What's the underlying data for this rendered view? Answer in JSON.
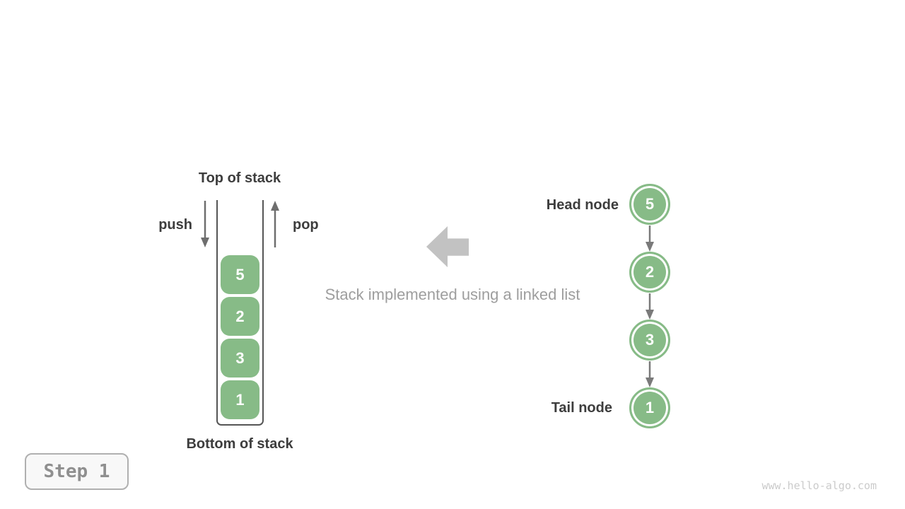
{
  "page": {
    "step_label": "Step 1",
    "watermark": "www.hello-algo.com",
    "background": "#ffffff"
  },
  "stack": {
    "top_label": "Top of stack",
    "bottom_label": "Bottom of stack",
    "push_label": "push",
    "pop_label": "pop",
    "items": [
      "5",
      "2",
      "3",
      "1"
    ]
  },
  "caption": "Stack implemented using a linked list",
  "linked_list": {
    "head_label": "Head node",
    "tail_label": "Tail node",
    "nodes": [
      "5",
      "2",
      "3",
      "1"
    ]
  },
  "colors": {
    "node_green": "#87bb87",
    "dark_text": "#3d3d3d",
    "muted_text": "#9e9e9e",
    "thin_arrow_gray": "#6e6e6e",
    "connector_gray": "#7a7a7a",
    "block_arrow_gray": "#c2c2c2",
    "wall_gray": "#555555",
    "badge_border": "#b0b0b0",
    "badge_text": "#8f8f8f",
    "watermark_gray": "#cbcbcb"
  },
  "icons": {
    "push_arrow": "arrow-down",
    "pop_arrow": "arrow-up",
    "transform_arrow": "block-arrow-left",
    "link_arrows": "arrow-down"
  }
}
